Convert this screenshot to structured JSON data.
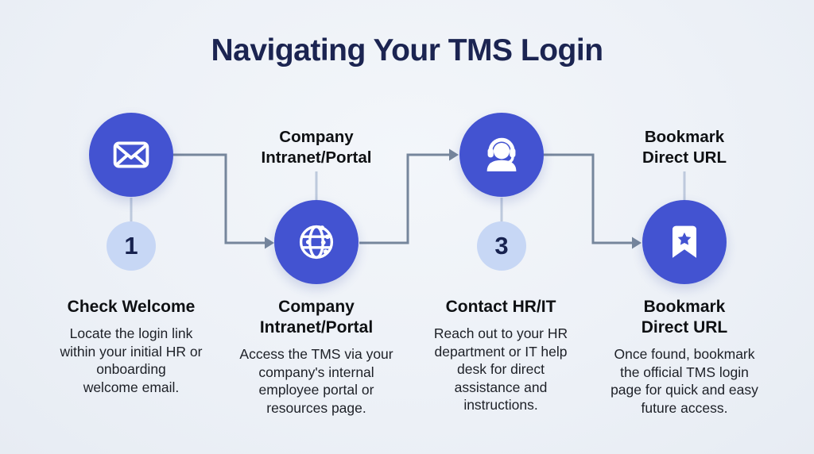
{
  "title": "Navigating Your TMS Login",
  "colors": {
    "background": "#eef1f7",
    "accent_blue": "#4353d1",
    "badge_background": "#c7d7f5",
    "navy_text": "#1b2451",
    "heading_text": "#0e1013",
    "body_text": "#1d2027",
    "connector": "#76869c",
    "connector_light": "#bdc9dc",
    "icon_white": "#ffffff"
  },
  "steps": [
    {
      "number": "1",
      "icon": "mail-icon",
      "heading_lines": [
        "Check Welcome"
      ],
      "body_lines": [
        "Locate the login link",
        "within your initial HR or",
        "onboarding",
        "welcome email."
      ]
    },
    {
      "icon": "globe-icon",
      "top_label_lines": [
        "Company",
        "Intranet/Portal"
      ],
      "heading_lines": [
        "Company",
        "Intranet/Portal"
      ],
      "body_lines": [
        "Access the TMS via your",
        "company's internal",
        "employee portal or",
        "resources page."
      ]
    },
    {
      "number": "3",
      "icon": "headset-icon",
      "heading_lines": [
        "Contact HR/IT"
      ],
      "body_lines": [
        "Reach out to your HR",
        "department or IT help",
        "desk for direct",
        "assistance and",
        "instructions."
      ]
    },
    {
      "icon": "bookmark-icon",
      "top_label_lines": [
        "Bookmark",
        "Direct URL"
      ],
      "heading_lines": [
        "Bookmark",
        "Direct URL"
      ],
      "body_lines": [
        "Once found, bookmark",
        "the official TMS login",
        "page for quick and easy",
        "future access."
      ]
    }
  ]
}
